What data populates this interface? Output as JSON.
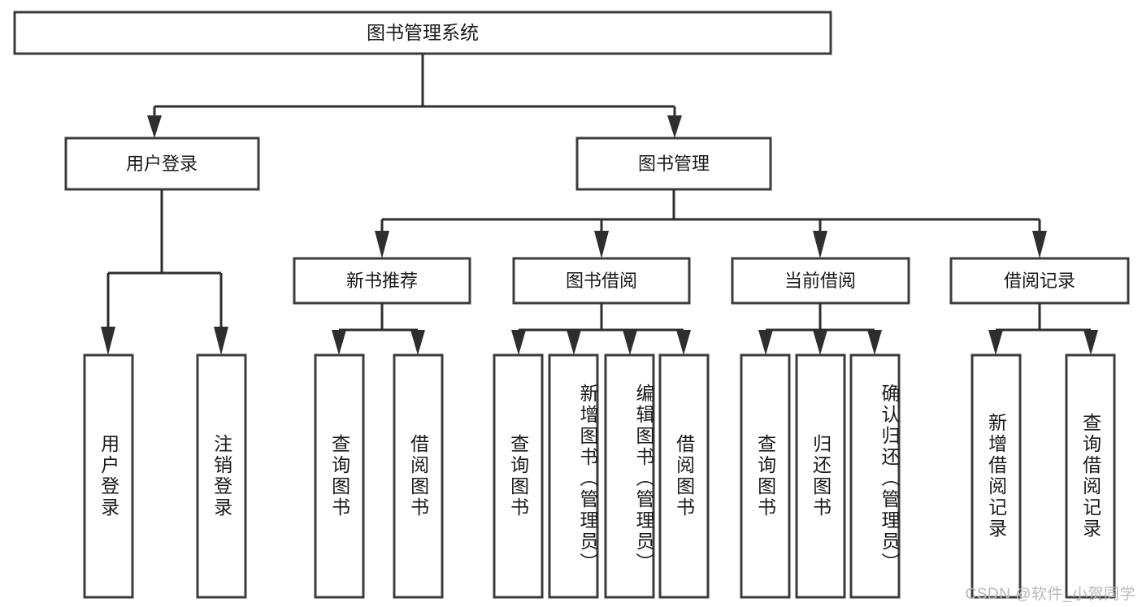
{
  "diagram": {
    "title": "图书管理系统",
    "type": "tree-hierarchy",
    "watermark": "CSDN @软件_小贺同学",
    "colors": {
      "box_stroke": "#3c3c3c",
      "connector": "#2e2e2e",
      "background": "#ffffff",
      "text": "#1a1a1a",
      "watermark": "#b8b8b8"
    },
    "root": {
      "label": "图书管理系统"
    },
    "level2": [
      {
        "label": "用户登录"
      },
      {
        "label": "图书管理"
      }
    ],
    "level3": [
      {
        "label": "新书推荐"
      },
      {
        "label": "图书借阅"
      },
      {
        "label": "当前借阅"
      },
      {
        "label": "借阅记录"
      }
    ],
    "leaves": {
      "user_login": [
        {
          "label": "用户登录"
        },
        {
          "label": "注销登录"
        }
      ],
      "new_book_recommend": [
        {
          "label": "查询图书"
        },
        {
          "label": "借阅图书"
        }
      ],
      "book_borrow": [
        {
          "label": "查询图书"
        },
        {
          "label": "新增图书（管理员）"
        },
        {
          "label": "编辑图书（管理员）"
        },
        {
          "label": "借阅图书"
        }
      ],
      "current_borrow": [
        {
          "label": "查询图书"
        },
        {
          "label": "归还图书"
        },
        {
          "label": "确认归还（管理员）"
        }
      ],
      "borrow_record": [
        {
          "label": "新增借阅记录"
        },
        {
          "label": "查询借阅记录"
        }
      ]
    }
  }
}
